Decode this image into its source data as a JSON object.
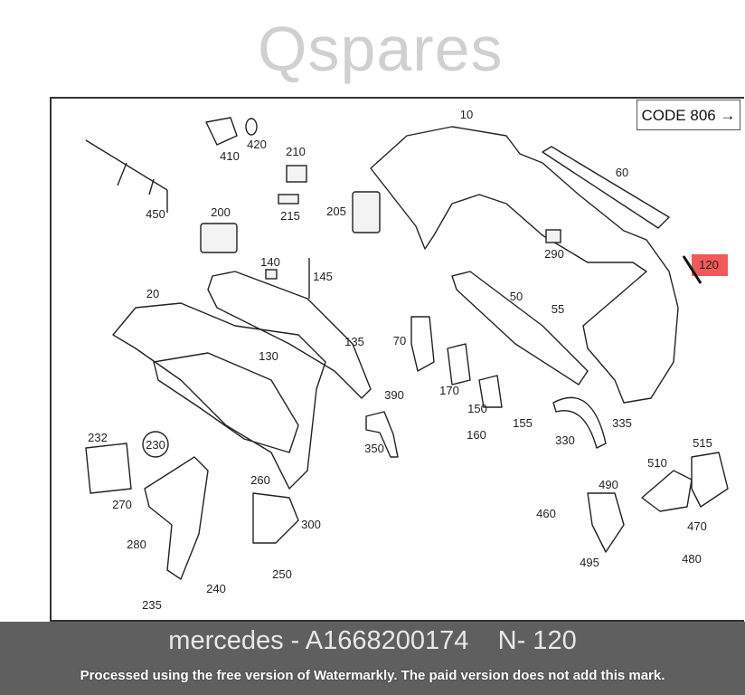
{
  "diagram": {
    "code_label": "CODE 806",
    "code_arrow": "→",
    "highlighted_part": "120",
    "highlight_color": "#f25a5a",
    "part_numbers": [
      "10",
      "60",
      "120",
      "410",
      "420",
      "210",
      "215",
      "205",
      "200",
      "450",
      "140",
      "145",
      "290",
      "20",
      "50",
      "55",
      "135",
      "130",
      "70",
      "390",
      "170",
      "150",
      "155",
      "160",
      "330",
      "335",
      "350",
      "232",
      "230",
      "515",
      "510",
      "490",
      "260",
      "270",
      "300",
      "460",
      "470",
      "280",
      "480",
      "495",
      "250",
      "240",
      "235"
    ],
    "circled_part": "230"
  },
  "watermark": {
    "text": "Qspares"
  },
  "footer": {
    "caption": "mercedes - A1668200174    N- 120",
    "note": "Processed using the free version of Watermarkly. The paid version does not add this mark.",
    "background": "#5f5f5f"
  }
}
